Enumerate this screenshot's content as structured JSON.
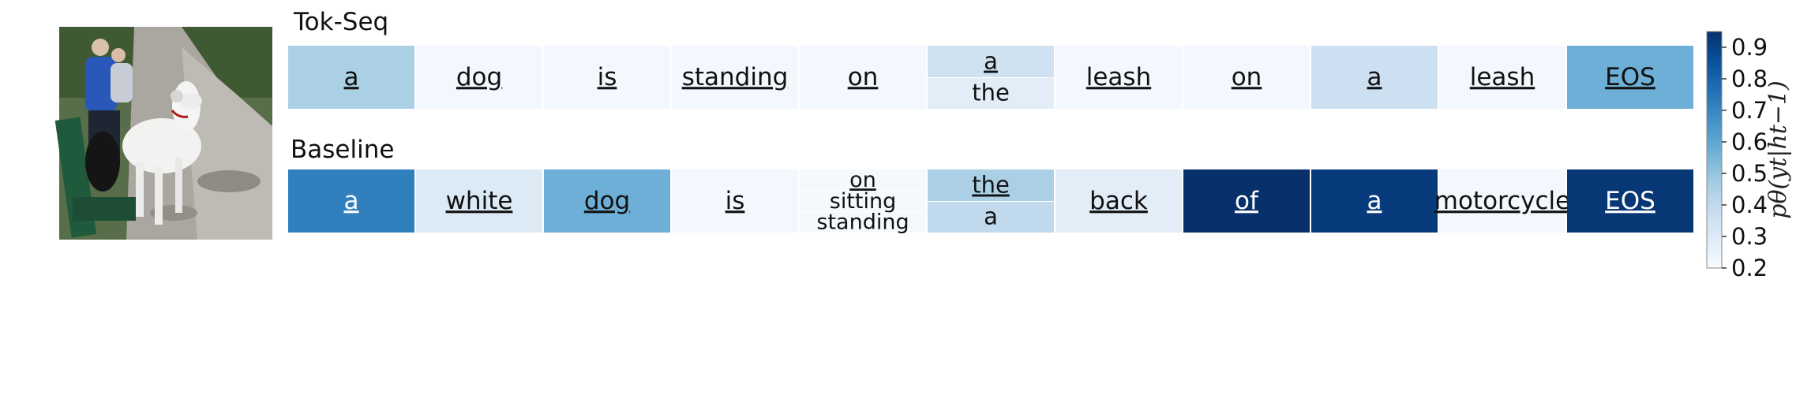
{
  "chart_data": {
    "type": "heatmap",
    "rows": [
      {
        "label": "Tok-Seq",
        "cells": [
          {
            "tokens": [
              "a"
            ],
            "probs": [
              0.45
            ]
          },
          {
            "tokens": [
              "dog"
            ],
            "probs": [
              0.22
            ]
          },
          {
            "tokens": [
              "is"
            ],
            "probs": [
              0.22
            ]
          },
          {
            "tokens": [
              "standing"
            ],
            "probs": [
              0.22
            ]
          },
          {
            "tokens": [
              "on"
            ],
            "probs": [
              0.22
            ]
          },
          {
            "tokens": [
              "a",
              "the"
            ],
            "probs": [
              0.35,
              0.28
            ]
          },
          {
            "tokens": [
              "leash"
            ],
            "probs": [
              0.22
            ]
          },
          {
            "tokens": [
              "on"
            ],
            "probs": [
              0.22
            ]
          },
          {
            "tokens": [
              "a"
            ],
            "probs": [
              0.36
            ]
          },
          {
            "tokens": [
              "leash"
            ],
            "probs": [
              0.22
            ]
          },
          {
            "tokens": [
              "EOS"
            ],
            "probs": [
              0.57
            ]
          }
        ]
      },
      {
        "label": "Baseline",
        "cells": [
          {
            "tokens": [
              "a"
            ],
            "probs": [
              0.72
            ]
          },
          {
            "tokens": [
              "white"
            ],
            "probs": [
              0.3
            ]
          },
          {
            "tokens": [
              "dog"
            ],
            "probs": [
              0.57
            ]
          },
          {
            "tokens": [
              "is"
            ],
            "probs": [
              0.22
            ]
          },
          {
            "tokens": [
              "on",
              "sitting",
              "standing"
            ],
            "probs": [
              0.21,
              0.21,
              0.21
            ]
          },
          {
            "tokens": [
              "the",
              "a"
            ],
            "probs": [
              0.45,
              0.4
            ]
          },
          {
            "tokens": [
              "back"
            ],
            "probs": [
              0.28
            ]
          },
          {
            "tokens": [
              "of"
            ],
            "probs": [
              0.96
            ]
          },
          {
            "tokens": [
              "a"
            ],
            "probs": [
              0.92
            ]
          },
          {
            "tokens": [
              "motorcycle"
            ],
            "probs": [
              0.22
            ]
          },
          {
            "tokens": [
              "EOS"
            ],
            "probs": [
              0.93
            ]
          }
        ]
      }
    ],
    "colorbar": {
      "label": "pθ(yt|ht−1)",
      "min": 0.2,
      "max": 0.95,
      "ticks": [
        "0.9",
        "0.8",
        "0.7",
        "0.6",
        "0.5",
        "0.4",
        "0.3",
        "0.2"
      ],
      "colormap": [
        "#f7fbff",
        "#deebf7",
        "#c6dbef",
        "#9ecae1",
        "#6baed6",
        "#4292c6",
        "#2171b5",
        "#08519c",
        "#08306b"
      ]
    }
  }
}
